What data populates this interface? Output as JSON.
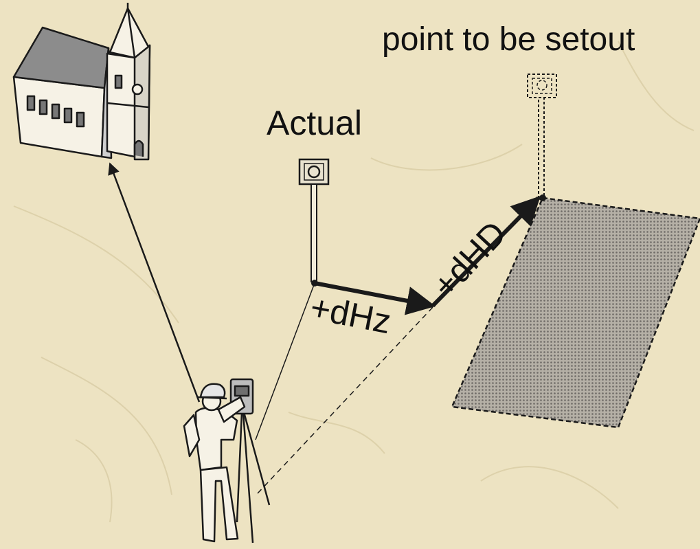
{
  "labels": {
    "setout": "point to be setout",
    "actual": "Actual",
    "dhz": "+dHz",
    "dhd": "+dHD"
  },
  "colors": {
    "background": "#ede3c2",
    "ink": "#1a1a1a",
    "hatched_area": "#9a9590"
  },
  "icons": [
    "church-icon",
    "surveyor-icon",
    "total-station-icon",
    "reflector-prism-icon",
    "target-prism-icon"
  ]
}
